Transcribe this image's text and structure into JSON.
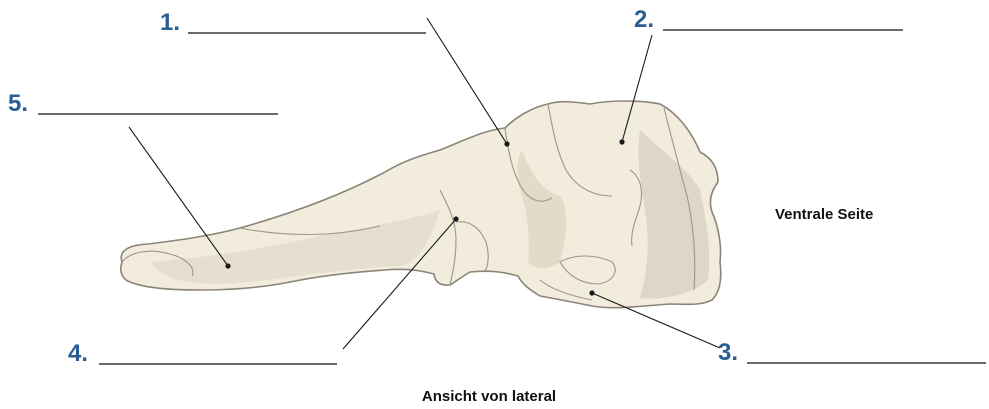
{
  "labels": [
    {
      "id": "1",
      "number": "1."
    },
    {
      "id": "2",
      "number": "2."
    },
    {
      "id": "3",
      "number": "3."
    },
    {
      "id": "4",
      "number": "4."
    },
    {
      "id": "5",
      "number": "5."
    }
  ],
  "side_label": "Ventrale Seite",
  "caption": "Ansicht von lateral",
  "colors": {
    "label_number": "#2b5d95",
    "bone_fill": "#f2ecdc",
    "bone_shade": "#b9b2a2",
    "bone_outline": "#8a8578",
    "line": "#1a1a1a"
  }
}
